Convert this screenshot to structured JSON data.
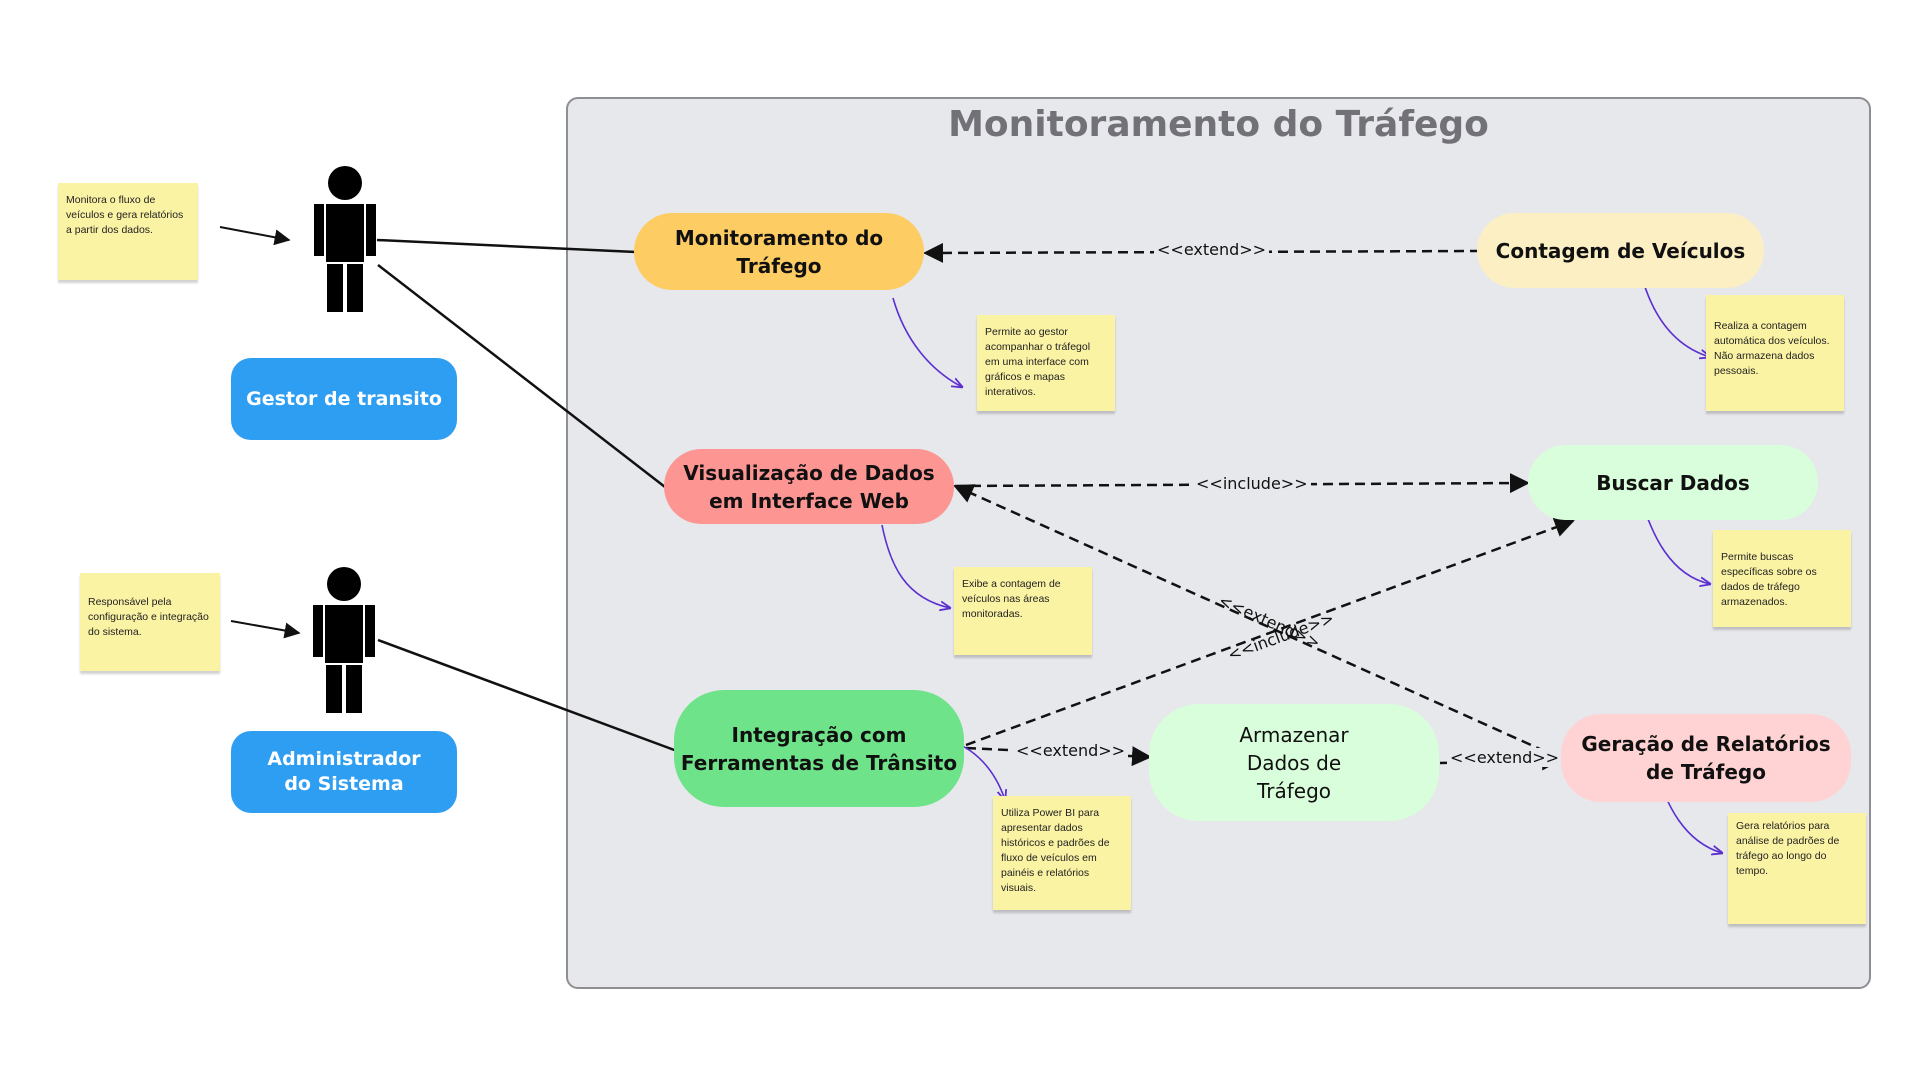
{
  "system": {
    "title": "Monitoramento do Tráfego"
  },
  "actors": [
    {
      "label": "Gestor de transito",
      "note": "Monitora o fluxo de veículos e gera relatórios a partir dos dados."
    },
    {
      "label": "Administrador do Sistema",
      "note": "Responsável pela configuração e integração do sistema."
    }
  ],
  "use_cases": {
    "monitoramento": {
      "label": "Monitoramento do Tráfego",
      "color": "#fdcc63",
      "note": "Permite ao gestor acompanhar o tráfegol em uma interface com gráficos e mapas interativos."
    },
    "contagem": {
      "label": "Contagem de Veículos",
      "color": "#fcefc4",
      "note": "Realiza a contagem automática dos veículos. Não armazena dados pessoais."
    },
    "visualizacao": {
      "label": "Visualização de Dados em Interface Web",
      "color": "#fd9593",
      "note": "Exibe a contagem de veículos nas áreas monitoradas."
    },
    "buscar": {
      "label": "Buscar Dados",
      "color": "#d9fedb",
      "note": "Permite buscas específicas sobre os dados de tráfego armazenados."
    },
    "integracao": {
      "label": "Integração com Ferramentas de Trânsito",
      "color": "#6fe38a",
      "note": "Utiliza Power BI para apresentar dados históricos e padrões de fluxo de veículos em painéis e relatórios visuais."
    },
    "armazenar": {
      "label": "Armazenar Dados de Tráfego",
      "color": "#d9fedb"
    },
    "geracao": {
      "label": "Geração de Relatórios de Tráfego",
      "color": "#ffd3d3",
      "note": "Gera relatórios para análise de padrões de tráfego ao longo do tempo."
    }
  },
  "relations": {
    "contagem_extend": "<<extend>>",
    "busca_include": "<<include>>",
    "vis_geracao_extend": "<<extend>>",
    "int_busca_include": "<<include>>",
    "int_armazenar_extend": "<<extend>>",
    "armazenar_geracao_extend": "<<extend>>"
  },
  "colors": {
    "actor_role": "#2e9ef2",
    "note": "#fbf3a4",
    "note_arrow": "#5b2fd0",
    "boundary": "#e7e8ec"
  }
}
